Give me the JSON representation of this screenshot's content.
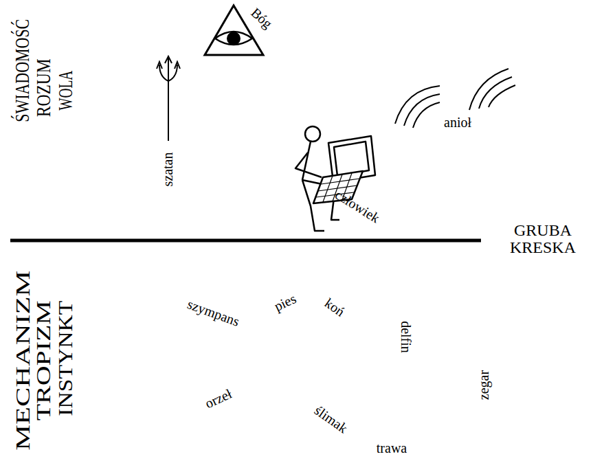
{
  "diagram": {
    "labels": [
      "Bóg",
      "ŚWIADOMOŚĆ",
      "ROZUM",
      "WOLA",
      "szatan",
      "anioł",
      "człowiek",
      "GRUBA KRESKA",
      "MECHANIZM",
      "TROPIZM",
      "INSTYNKT",
      "szympans",
      "pies",
      "koń",
      "delfin",
      "zegar",
      "orzeł",
      "ślimak",
      "trawa"
    ]
  }
}
